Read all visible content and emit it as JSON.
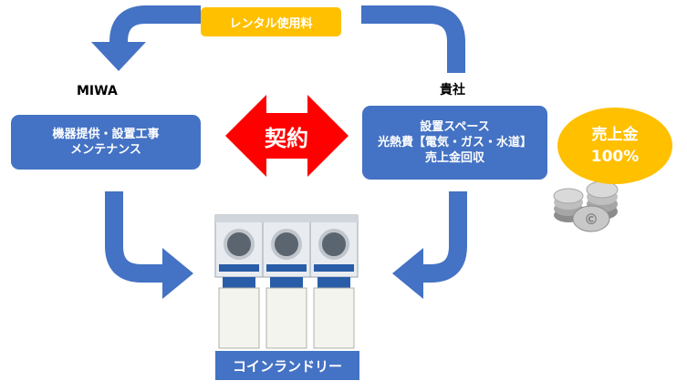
{
  "rental_fee": {
    "label": "レンタル使用料"
  },
  "miwa": {
    "title": "MIWA",
    "box_lines": [
      "機器提供・設置工事",
      "メンテナンス"
    ]
  },
  "client": {
    "title": "貴社",
    "box_lines": [
      "設置スペース",
      "光熱費【電気・ガス・水道】",
      "売上金回収"
    ]
  },
  "contract": {
    "label": "契約"
  },
  "sales": {
    "line1": "売上金",
    "line2": "100%"
  },
  "coin_laundry": {
    "label": "コインランドリー"
  },
  "colors": {
    "arrow_blue": "#4472c4",
    "box_blue": "#4472c4",
    "accent_yellow": "#ffc000",
    "contract_red": "#ff0000"
  },
  "icons": [
    "coin-stack-icon",
    "washing-machine-icon"
  ]
}
